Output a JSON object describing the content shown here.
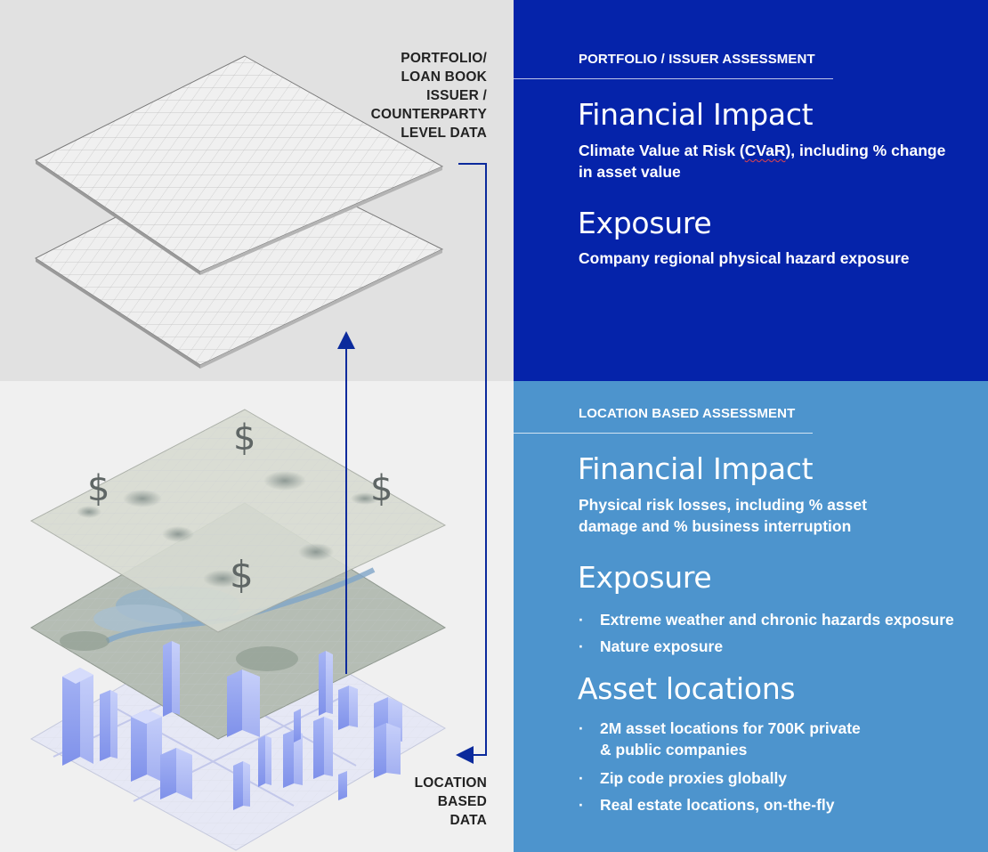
{
  "layers": {
    "top_label": [
      "PORTFOLIO/",
      "LOAN BOOK",
      "ISSUER /",
      "COUNTERPARTY",
      "LEVEL DATA"
    ],
    "bottom_label": [
      "LOCATION",
      "BASED",
      "DATA"
    ],
    "dollar_symbol": "$"
  },
  "portfolio": {
    "heading": "PORTFOLIO / ISSUER ASSESSMENT",
    "financial_title": "Financial Impact",
    "financial_line1_pre": "Climate Value at Risk (",
    "financial_line1_ul": "CVaR",
    "financial_line1_post": "), including % change",
    "financial_line2": "in asset value",
    "exposure_title": "Exposure",
    "exposure_text": "Company regional physical hazard exposure"
  },
  "location": {
    "heading": "LOCATION BASED ASSESSMENT",
    "financial_title": "Financial Impact",
    "financial_line1": "Physical risk losses, including % asset",
    "financial_line2": "damage and % business interruption",
    "exposure_title": "Exposure",
    "exposure_bullets": [
      "Extreme weather and chronic hazards exposure",
      "Nature exposure"
    ],
    "assets_title": "Asset locations",
    "asset_bullets": [
      [
        "2M asset locations for 700K private",
        "& public companies"
      ],
      [
        "Zip code proxies globally"
      ],
      [
        "Real estate locations, on-the-fly"
      ]
    ]
  },
  "colors": {
    "portfolio_bg": "#0523aa",
    "location_bg": "#4d94cd",
    "arrow": "#0b2a9c"
  }
}
